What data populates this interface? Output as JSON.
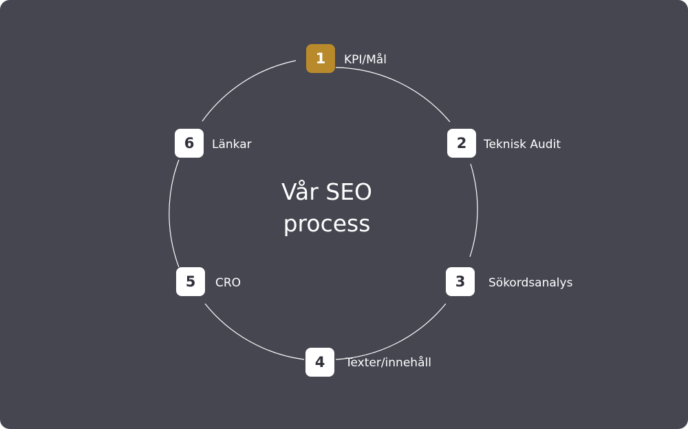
{
  "title": {
    "line1": "Vår SEO",
    "line2": "process"
  },
  "accent_color": "#b88a2b",
  "background_color": "#454650",
  "steps": [
    {
      "number": "1",
      "label": "KPI/Mål",
      "active": true
    },
    {
      "number": "2",
      "label": "Teknisk Audit"
    },
    {
      "number": "3",
      "label": "Sökordsanalys"
    },
    {
      "number": "4",
      "label": "Texter/innehåll"
    },
    {
      "number": "5",
      "label": "CRO"
    },
    {
      "number": "6",
      "label": "Länkar"
    }
  ]
}
